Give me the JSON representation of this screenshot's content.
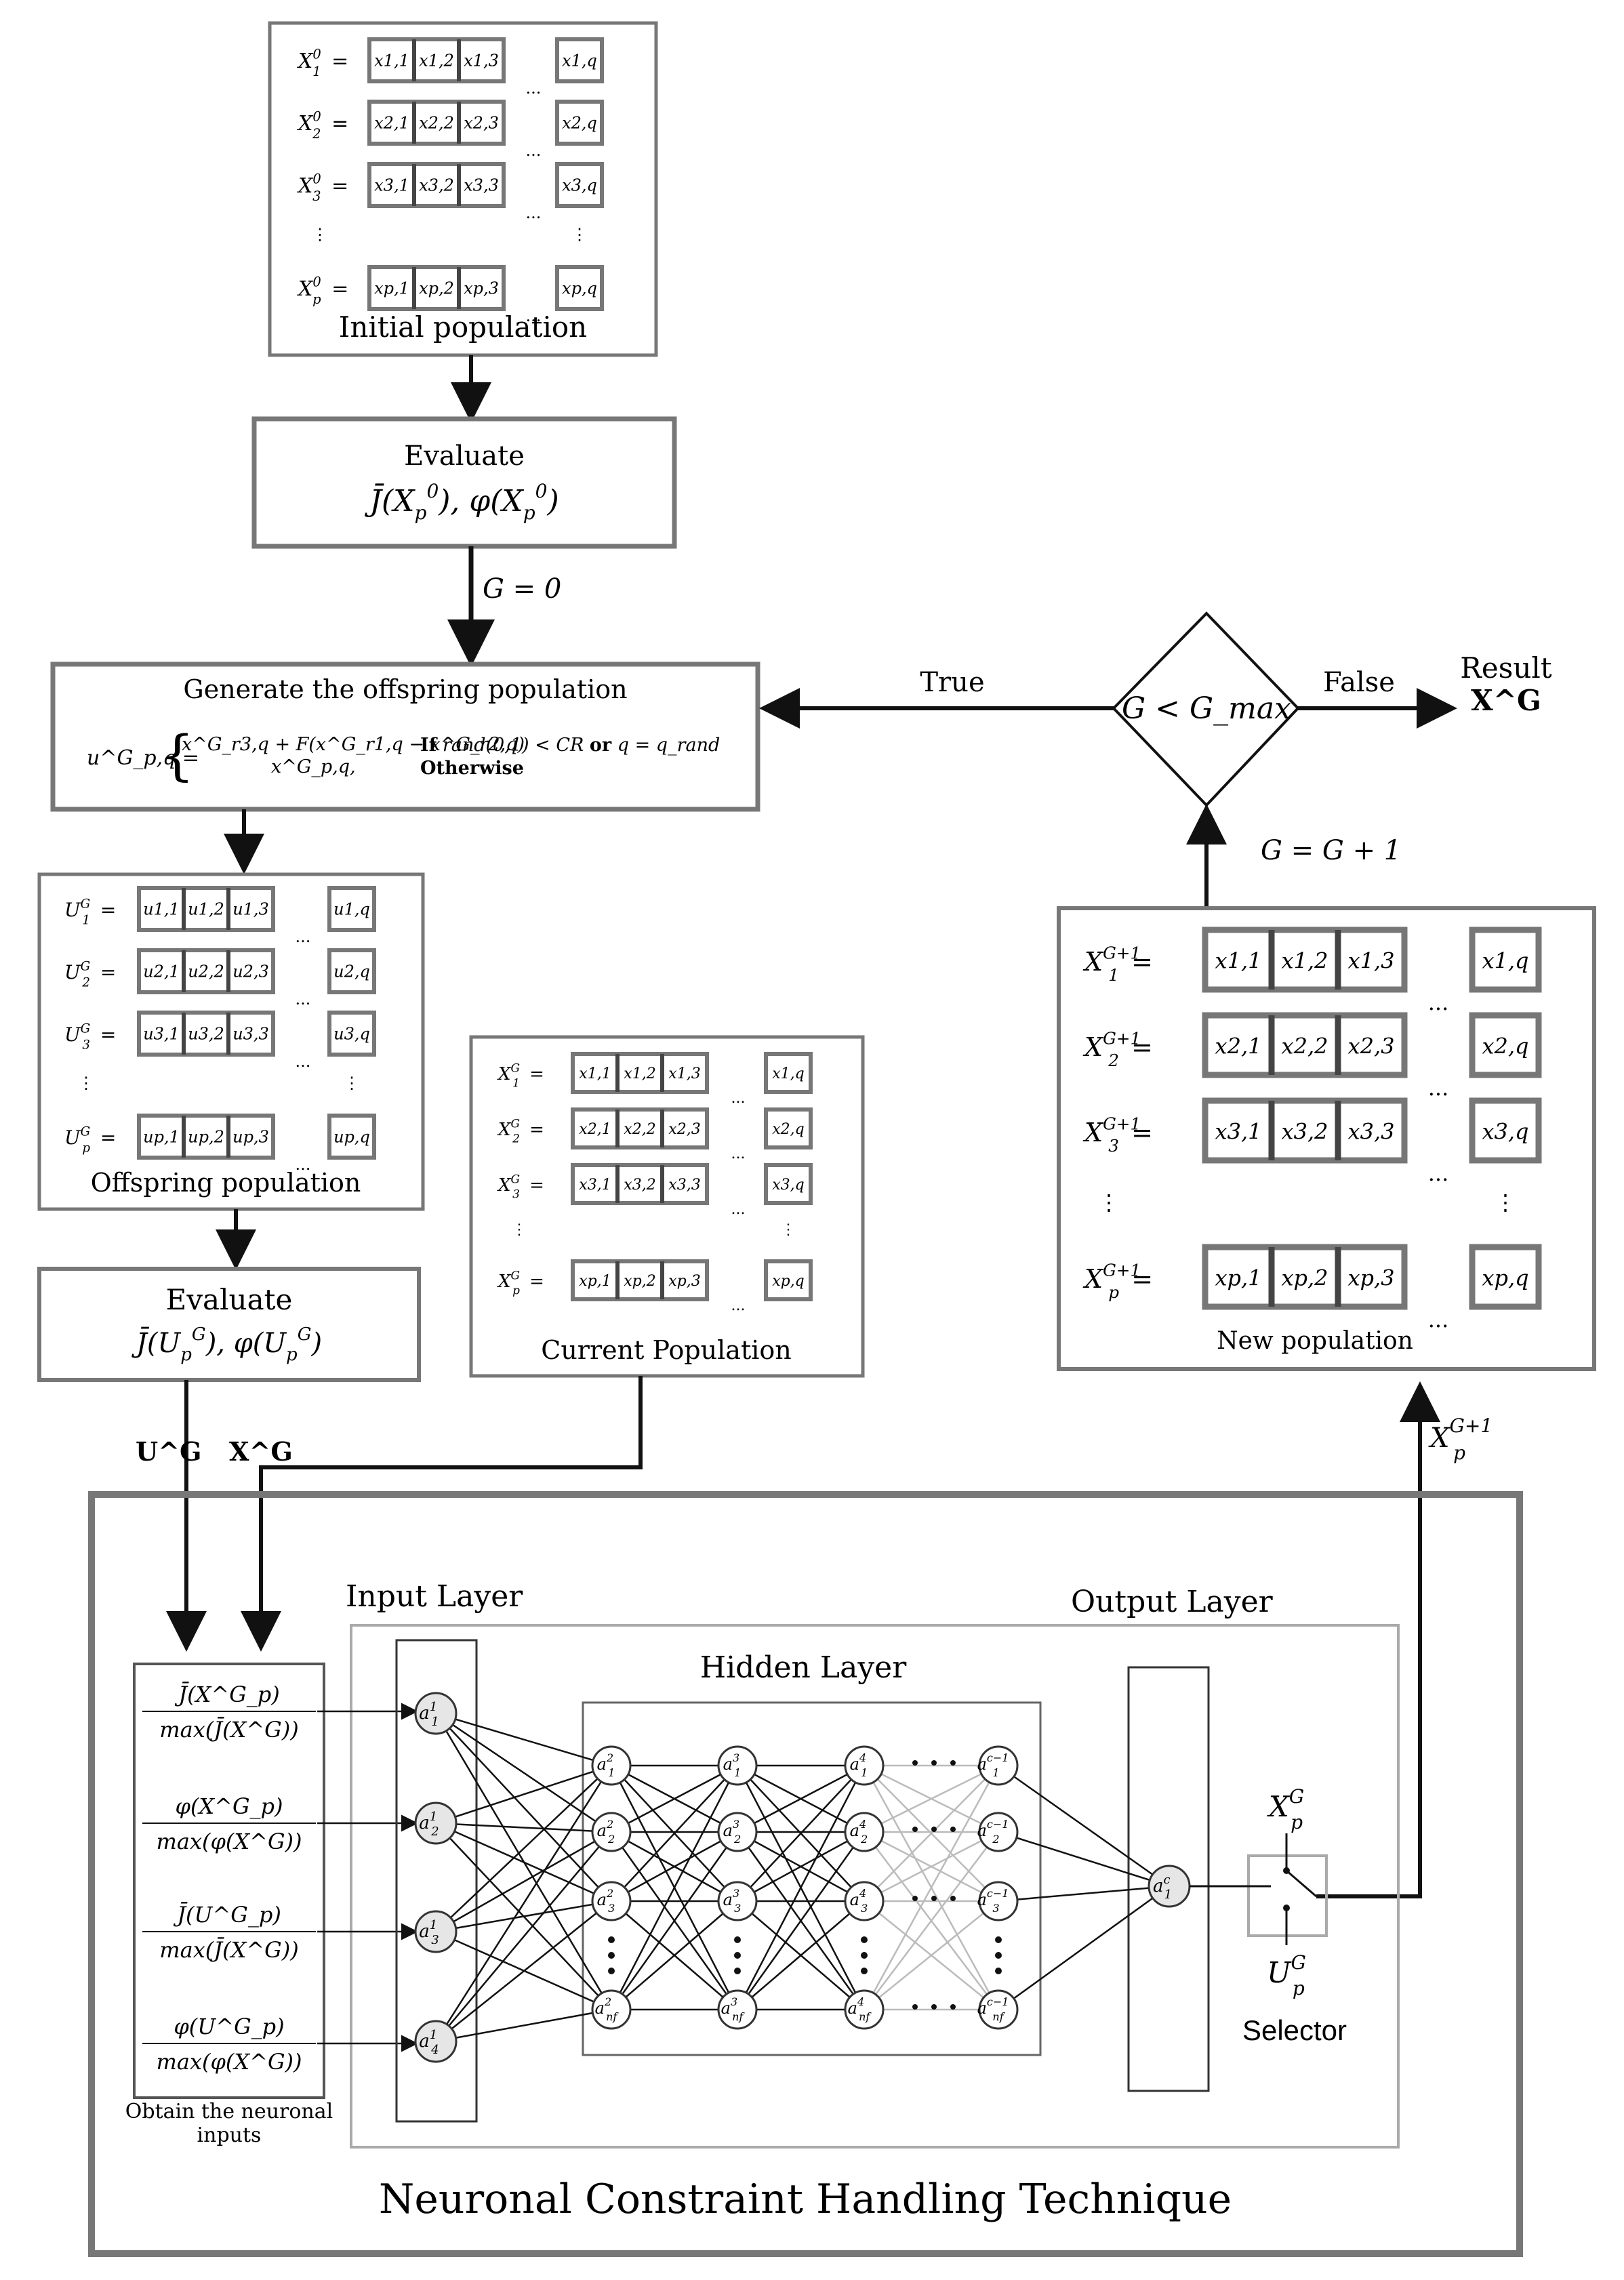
{
  "initial_population": {
    "caption": "Initial population",
    "rows": [
      {
        "label": "X",
        "sub": "1",
        "sup": "0",
        "cells": [
          "x1,1",
          "x1,2",
          "x1,3"
        ],
        "last": "x1,q"
      },
      {
        "label": "X",
        "sub": "2",
        "sup": "0",
        "cells": [
          "x2,1",
          "x2,2",
          "x2,3"
        ],
        "last": "x2,q"
      },
      {
        "label": "X",
        "sub": "3",
        "sup": "0",
        "cells": [
          "x3,1",
          "x3,2",
          "x3,3"
        ],
        "last": "x3,q"
      },
      {
        "label": "X",
        "sub": "p",
        "sup": "0",
        "cells": [
          "xp,1",
          "xp,2",
          "xp,3"
        ],
        "last": "xp,q"
      }
    ]
  },
  "evaluate_initial": {
    "title": "Evaluate",
    "formula": "J̄(Xp0), φ(Xp0)"
  },
  "g_zero_label": "G = 0",
  "generate_offspring": {
    "title": "Generate the offspring population",
    "lhs": "u^G_p,q =",
    "case1": "x^G_r3,q + F(x^G_r1,q − x^G_r2,q)",
    "case2": "x^G_p,q,",
    "cond1_if": "If",
    "cond1_expr": "rand(0,1) < CR",
    "cond1_or": "or",
    "cond1_eq": "q = q_rand",
    "cond2": "Otherwise"
  },
  "decision": {
    "text": "G < G_max",
    "true_label": "True",
    "false_label": "False"
  },
  "result": {
    "title": "Result",
    "value": "X^G"
  },
  "g_increment_label": "G = G + 1",
  "offspring_population": {
    "caption": "Offspring population",
    "rows": [
      {
        "label": "U",
        "sub": "1",
        "sup": "G",
        "cells": [
          "u1,1",
          "u1,2",
          "u1,3"
        ],
        "last": "u1,q"
      },
      {
        "label": "U",
        "sub": "2",
        "sup": "G",
        "cells": [
          "u2,1",
          "u2,2",
          "u2,3"
        ],
        "last": "u2,q"
      },
      {
        "label": "U",
        "sub": "3",
        "sup": "G",
        "cells": [
          "u3,1",
          "u3,2",
          "u3,3"
        ],
        "last": "u3,q"
      },
      {
        "label": "U",
        "sub": "p",
        "sup": "G",
        "cells": [
          "up,1",
          "up,2",
          "up,3"
        ],
        "last": "up,q"
      }
    ]
  },
  "current_population": {
    "caption": "Current Population",
    "rows": [
      {
        "label": "X",
        "sub": "1",
        "sup": "G",
        "cells": [
          "x1,1",
          "x1,2",
          "x1,3"
        ],
        "last": "x1,q"
      },
      {
        "label": "X",
        "sub": "2",
        "sup": "G",
        "cells": [
          "x2,1",
          "x2,2",
          "x2,3"
        ],
        "last": "x2,q"
      },
      {
        "label": "X",
        "sub": "3",
        "sup": "G",
        "cells": [
          "x3,1",
          "x3,2",
          "x3,3"
        ],
        "last": "x3,q"
      },
      {
        "label": "X",
        "sub": "p",
        "sup": "G",
        "cells": [
          "xp,1",
          "xp,2",
          "xp,3"
        ],
        "last": "xp,q"
      }
    ]
  },
  "new_population": {
    "caption": "New population",
    "rows": [
      {
        "label": "X",
        "sub": "1",
        "sup": "G+1",
        "cells": [
          "x1,1",
          "x1,2",
          "x1,3"
        ],
        "last": "x1,q"
      },
      {
        "label": "X",
        "sub": "2",
        "sup": "G+1",
        "cells": [
          "x2,1",
          "x2,2",
          "x2,3"
        ],
        "last": "x2,q"
      },
      {
        "label": "X",
        "sub": "3",
        "sup": "G+1",
        "cells": [
          "x3,1",
          "x3,2",
          "x3,3"
        ],
        "last": "x3,q"
      },
      {
        "label": "X",
        "sub": "p",
        "sup": "G+1",
        "cells": [
          "xp,1",
          "xp,2",
          "xp,3"
        ],
        "last": "xp,q"
      }
    ]
  },
  "evaluate_offspring": {
    "title": "Evaluate",
    "formula": "J̄(UpG), φ(UpG)"
  },
  "edge_labels": {
    "u_g": "U^G",
    "x_g": "X^G",
    "x_p_next": "X^G+1_p"
  },
  "nn": {
    "outer_title": "Neuronal Constraint Handling Technique",
    "input_layer": "Input Layer",
    "output_layer": "Output Layer",
    "hidden_layer": "Hidden Layer",
    "inputs_caption": "Obtain the neuronal inputs",
    "inputs": [
      {
        "num": "J̄(X^G_p)",
        "den": "max(J̄(X^G))"
      },
      {
        "num": "φ(X^G_p)",
        "den": "max(φ(X^G))"
      },
      {
        "num": "J̄(U^G_p)",
        "den": "max(J̄(X^G))"
      },
      {
        "num": "φ(U^G_p)",
        "den": "max(φ(X^G))"
      }
    ],
    "input_nodes": [
      "a11",
      "a12",
      "a13",
      "a14"
    ],
    "selector": {
      "label": "Selector",
      "top": "X^G_p",
      "bottom": "U^G_p"
    }
  }
}
